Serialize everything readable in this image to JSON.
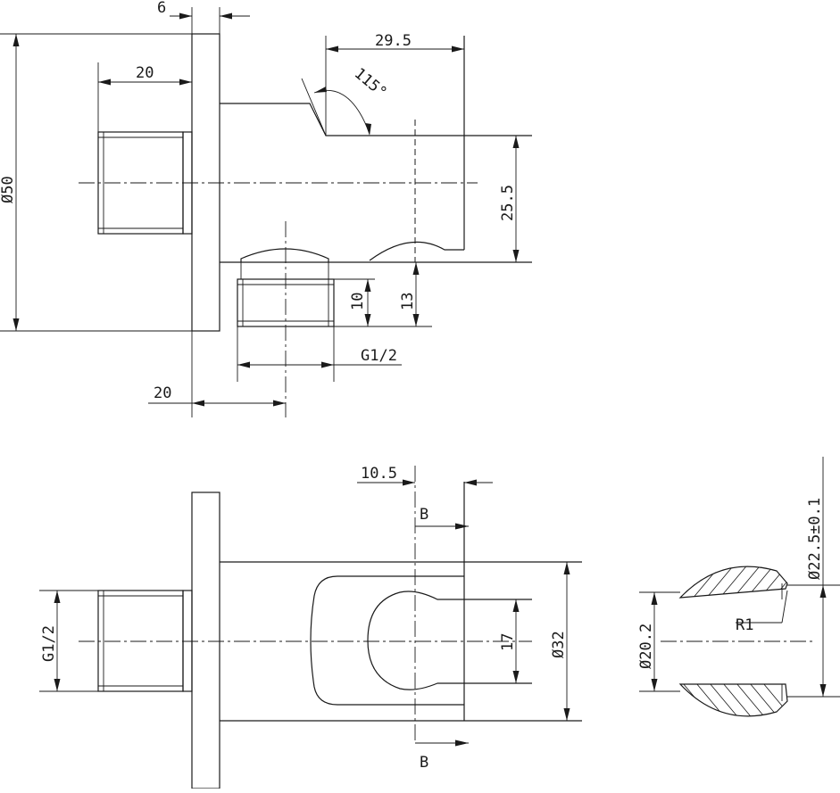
{
  "drawing": {
    "dimensions": {
      "top_thickness": "6",
      "top_length_20": "20",
      "top_diameter_50": "Ø50",
      "top_width_29_5": "29.5",
      "top_angle": "115°",
      "top_height_25_5": "25.5",
      "top_offset_10": "10",
      "top_offset_13": "13",
      "top_thread": "G1/2",
      "top_offset_20": "20",
      "bottom_width_10_5": "10.5",
      "section_mark_top": "B",
      "section_mark_bottom": "B",
      "bottom_thread": "G1/2",
      "bottom_slot_17": "17",
      "bottom_diameter_32": "Ø32",
      "section_diameter_22_5": "Ø22.5±0.1",
      "section_diameter_20_2": "Ø20.2",
      "section_radius": "R1"
    }
  }
}
